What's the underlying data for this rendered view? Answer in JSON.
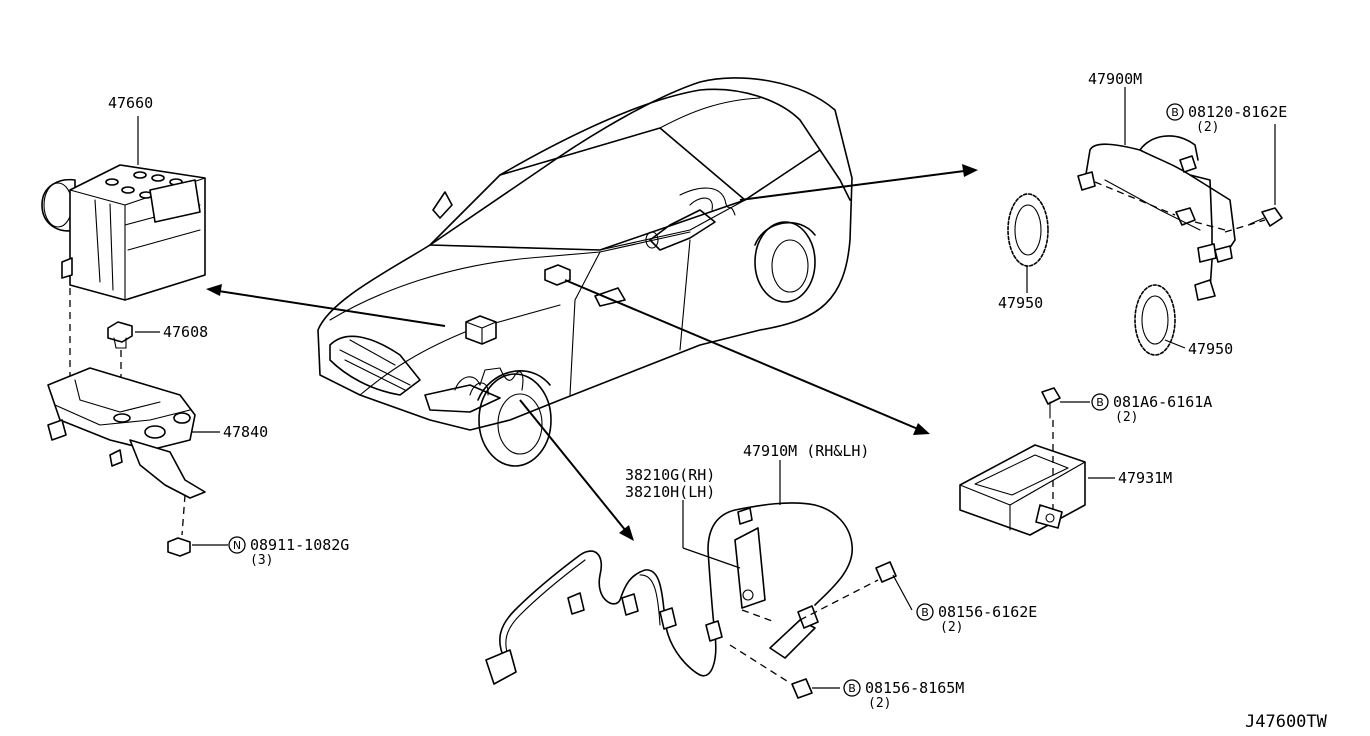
{
  "parts": {
    "abs_actuator": "47660",
    "grommet": "47608",
    "bracket": "47840",
    "nut": "08911-1082G",
    "nut_qty": "(3)",
    "nut_prefix": "N",
    "rear_harness": "47900M",
    "rear_bolt": "08120-8162E",
    "rear_bolt_qty": "(2)",
    "rear_bolt_prefix": "B",
    "rotor_a": "47950",
    "rotor_b": "47950",
    "sensor_bolt_top": "081A6-6161A",
    "sensor_bolt_top_qty": "(2)",
    "sensor_bolt_top_prefix": "B",
    "yaw_sensor": "47931M",
    "front_harness": "47910M (RH&LH)",
    "front_sensor_rh": "38210G(RH)",
    "front_sensor_lh": "38210H(LH)",
    "front_bolt_a": "08156-6162E",
    "front_bolt_a_qty": "(2)",
    "front_bolt_a_prefix": "B",
    "front_bolt_b": "08156-8165M",
    "front_bolt_b_qty": "(2)",
    "front_bolt_b_prefix": "B"
  },
  "diagram_code": "J47600TW"
}
